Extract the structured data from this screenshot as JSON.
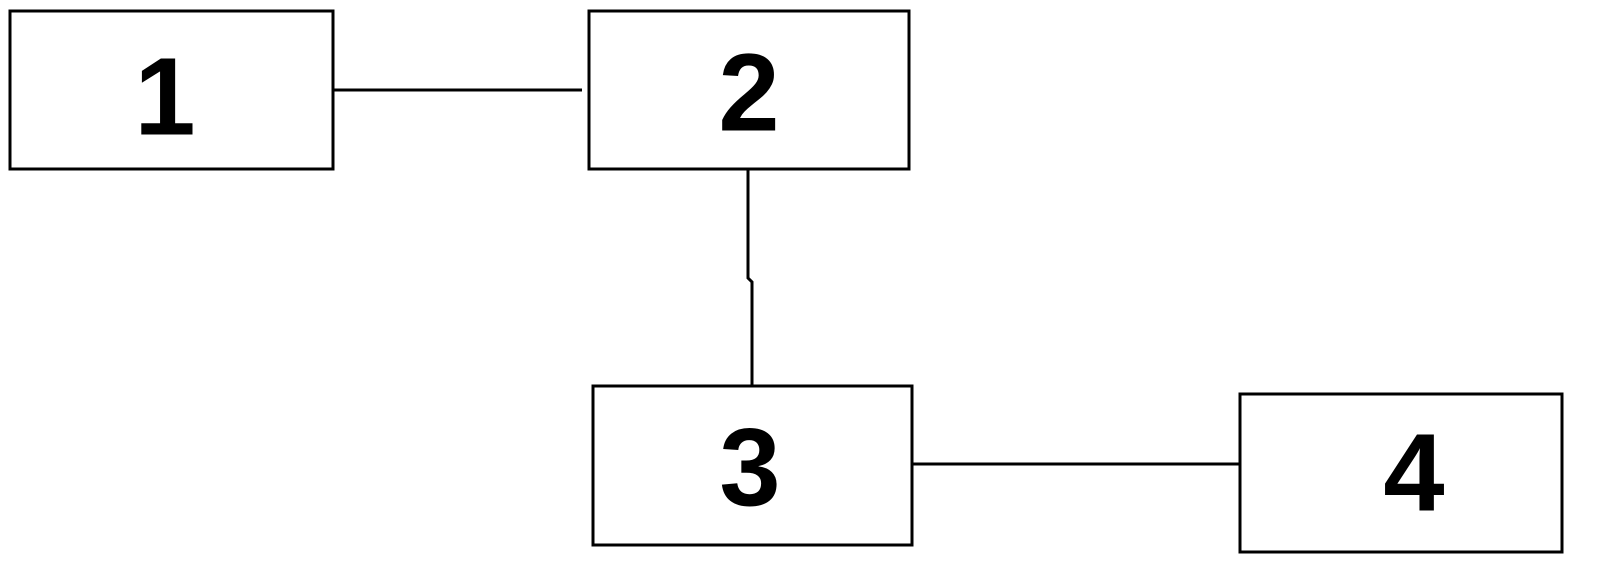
{
  "diagram": {
    "nodes": [
      {
        "id": "1",
        "label": "1"
      },
      {
        "id": "2",
        "label": "2"
      },
      {
        "id": "3",
        "label": "3"
      },
      {
        "id": "4",
        "label": "4"
      }
    ],
    "edges": [
      {
        "from": "1",
        "to": "2"
      },
      {
        "from": "2",
        "to": "3"
      },
      {
        "from": "3",
        "to": "4"
      }
    ],
    "colors": {
      "stroke": "#000000",
      "fill": "#ffffff"
    }
  }
}
